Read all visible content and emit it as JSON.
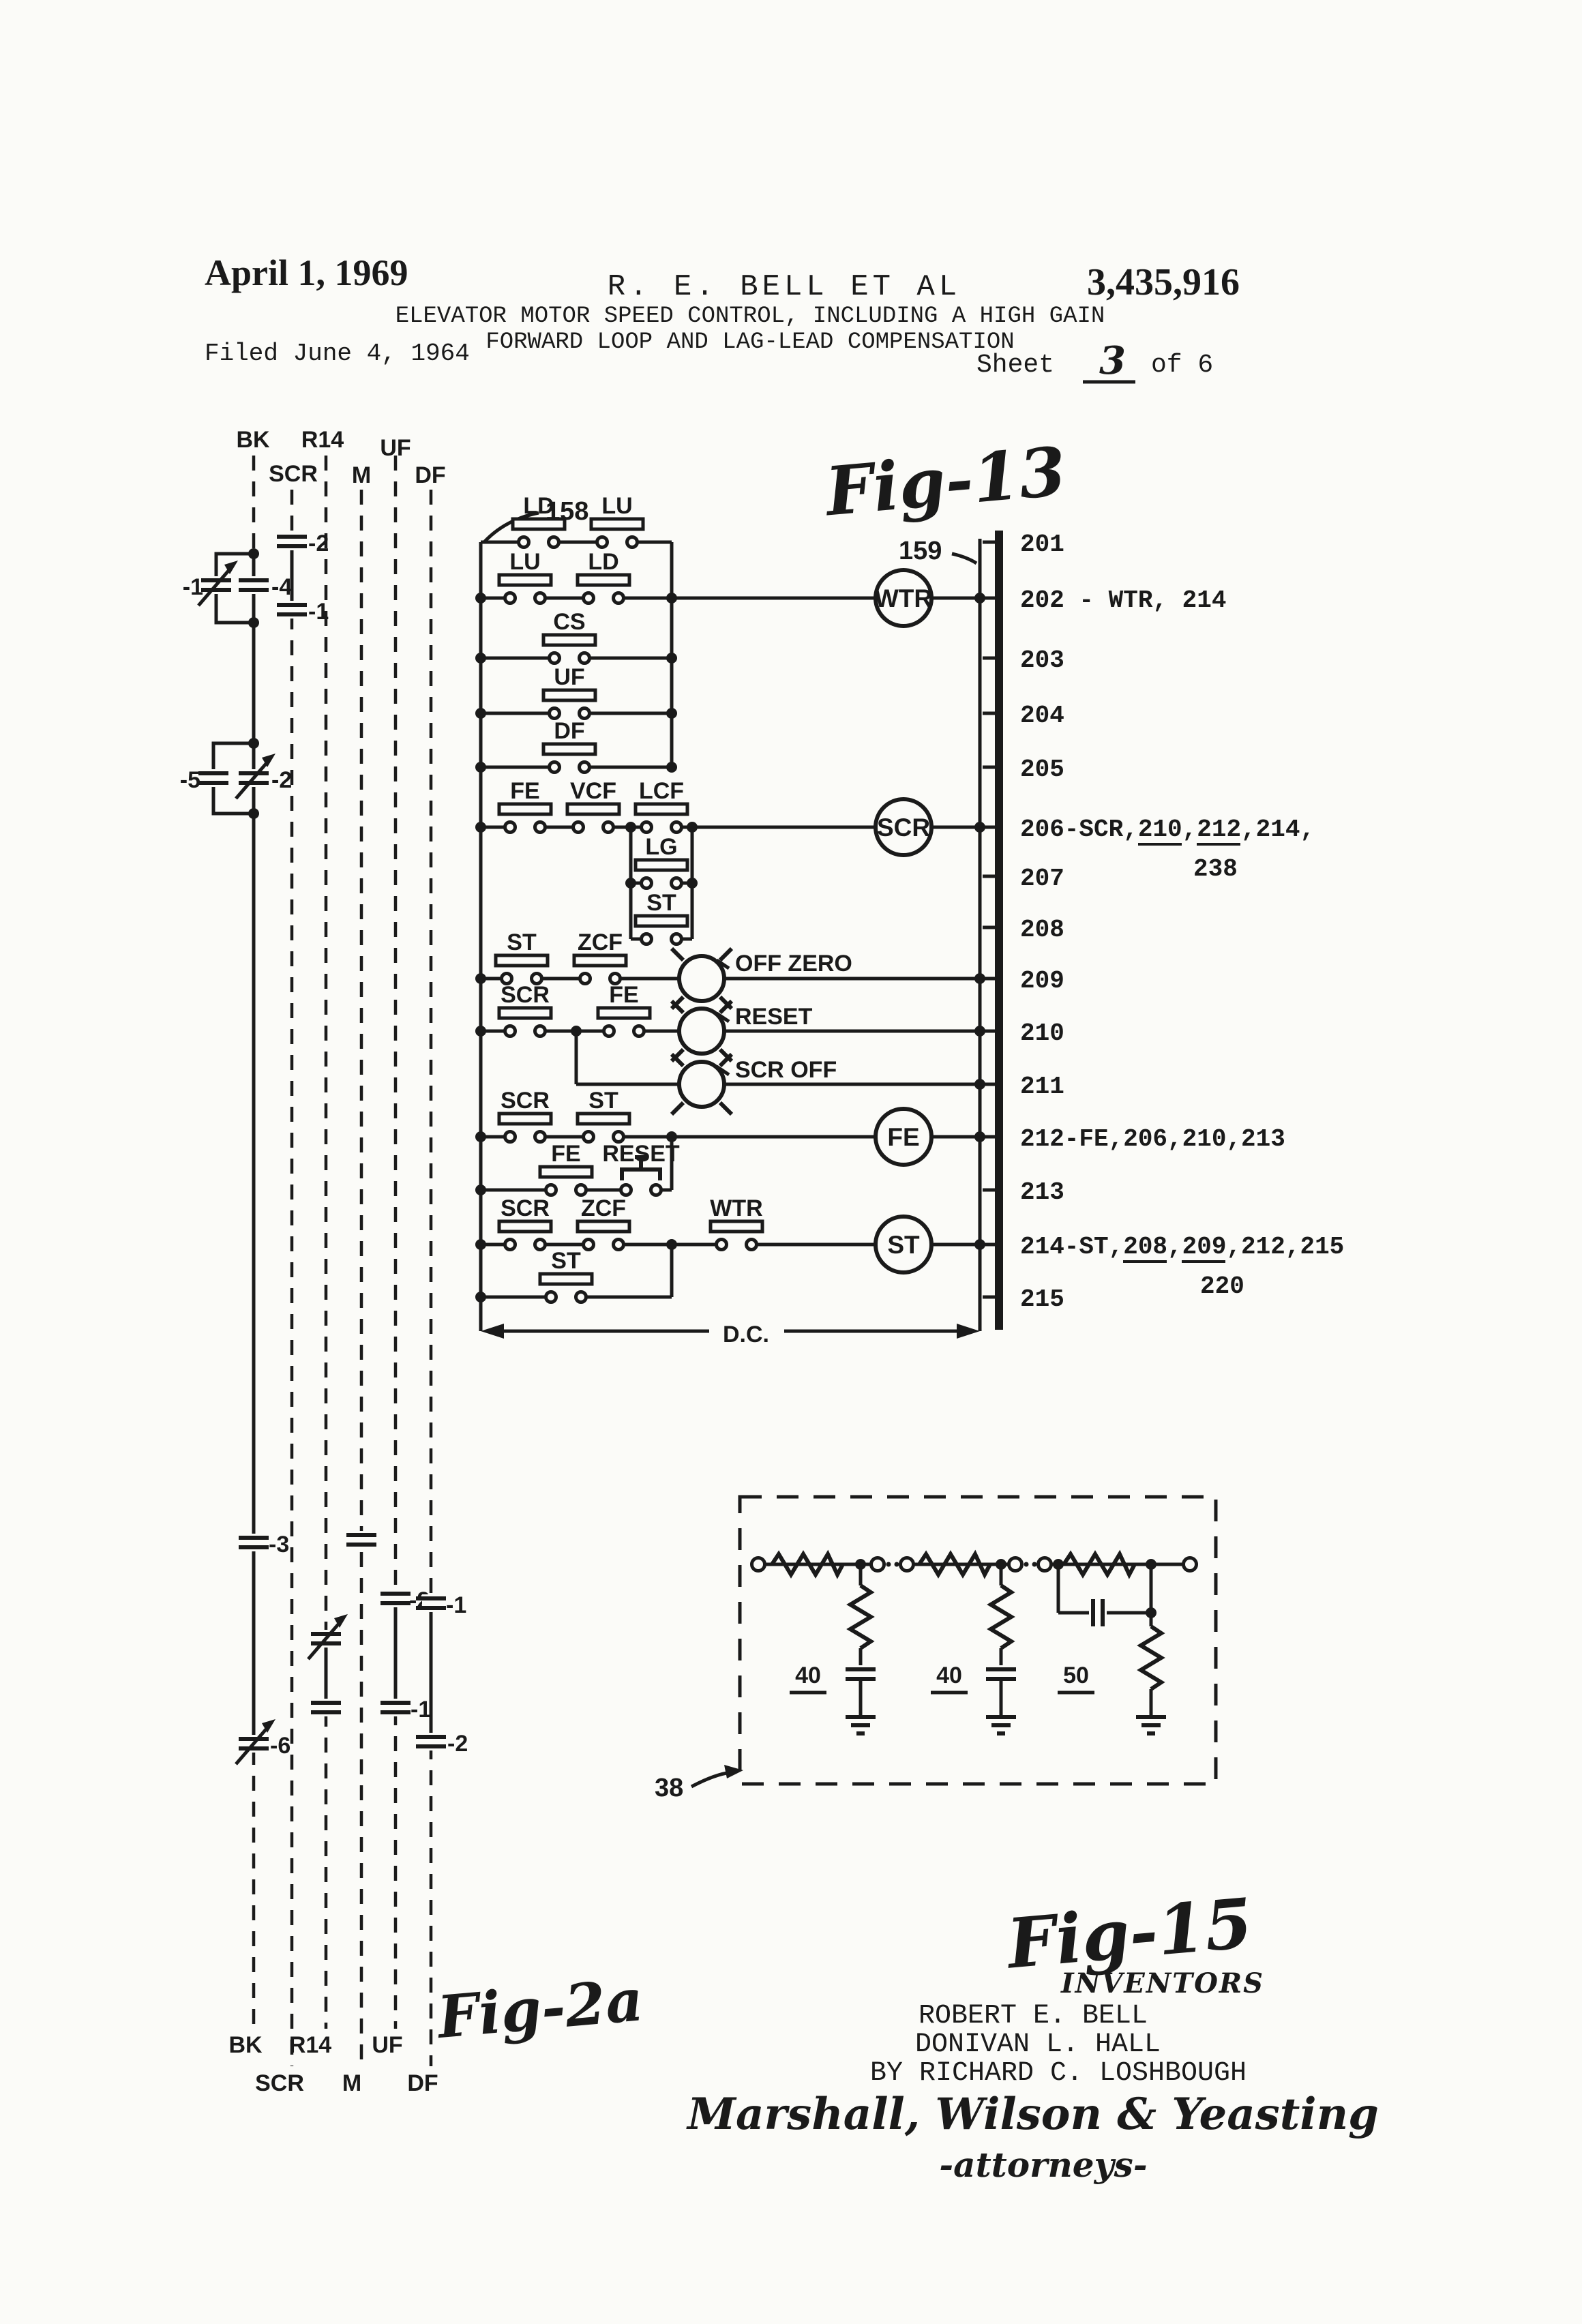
{
  "header": {
    "date": "April 1, 1969",
    "inventor_line": "R. E. BELL  ET AL",
    "patent_number": "3,435,916",
    "title_line1": "ELEVATOR MOTOR SPEED CONTROL, INCLUDING A HIGH GAIN",
    "title_line2": "FORWARD LOOP AND LAG-LEAD COMPENSATION",
    "filed": "Filed June 4, 1964",
    "sheet_word": "Sheet",
    "sheet_number": "3",
    "sheet_of": "of 6"
  },
  "fig2a": {
    "title": "Fig-2a",
    "top_labels": {
      "bk": "BK",
      "scr": "SCR",
      "r14": "R14",
      "m": "M",
      "uf": "UF",
      "df": "DF"
    },
    "bottom_labels": {
      "bk": "BK",
      "scr": "SCR",
      "r14": "R14",
      "m": "M",
      "uf": "UF",
      "df": "DF"
    },
    "components": {
      "upper_bk_left": "-1",
      "upper_bk_right": "-4",
      "upper_scr_top": "-2",
      "upper_scr_bottom": "-1",
      "lower_bk_left": "-5",
      "lower_bk_right": "-2",
      "bk_mid_top": "-3",
      "bk_mid_bottom": "-6",
      "uf_top": "-2",
      "uf_bottom": "-1",
      "df_top": "-1",
      "df_bottom": "-2"
    }
  },
  "fig13": {
    "title": "Fig-13",
    "ref_158": "158",
    "ref_159": "159",
    "dc_label": "D.C.",
    "contacts": {
      "r1c1": "LD",
      "r1c2": "LU",
      "r2c1": "LU",
      "r2c2": "LD",
      "r3c1": "CS",
      "r4c1": "UF",
      "r5c1": "DF",
      "r6c1": "FE",
      "r6c2": "VCF",
      "r6c3": "LCF",
      "r7c1": "LG",
      "r8c1": "ST",
      "r9c1": "ST",
      "r9c2": "ZCF",
      "r10c1": "SCR",
      "r10c2": "FE",
      "r12c1": "SCR",
      "r12c2": "ST",
      "r13c1": "FE",
      "r13c2": "RESET",
      "r14c1": "SCR",
      "r14c2": "ZCF",
      "r14c3": "WTR",
      "r15c1": "ST"
    },
    "coils": {
      "wtr": "WTR",
      "scr": "SCR",
      "fe": "FE",
      "st": "ST"
    },
    "lamps": {
      "off_zero": "OFF ZERO",
      "reset": "RESET",
      "scr_off": "SCR OFF"
    },
    "bus_labels": [
      "201",
      "202 - WTR, 214",
      "203",
      "204",
      "205",
      "206-SCR,210,212,214,",
      "207",
      "208",
      "209",
      "210",
      "211",
      "212-FE,206,210,213",
      "213",
      "214-ST,208,209,212,215",
      "215"
    ],
    "bus_note_206": "238",
    "bus_note_214": "220"
  },
  "fig15": {
    "title": "Fig-15",
    "ref_38": "38",
    "section_labels": [
      "40",
      "40",
      "50"
    ]
  },
  "signature": {
    "inventors_heading": "INVENTORS",
    "inventor1": "ROBERT E. BELL",
    "inventor2": "DONIVAN L. HALL",
    "by_line": "BY RICHARD C. LOSHBOUGH",
    "firm": "Marshall, Wilson & Yeasting",
    "attorneys": "-attorneys-"
  }
}
